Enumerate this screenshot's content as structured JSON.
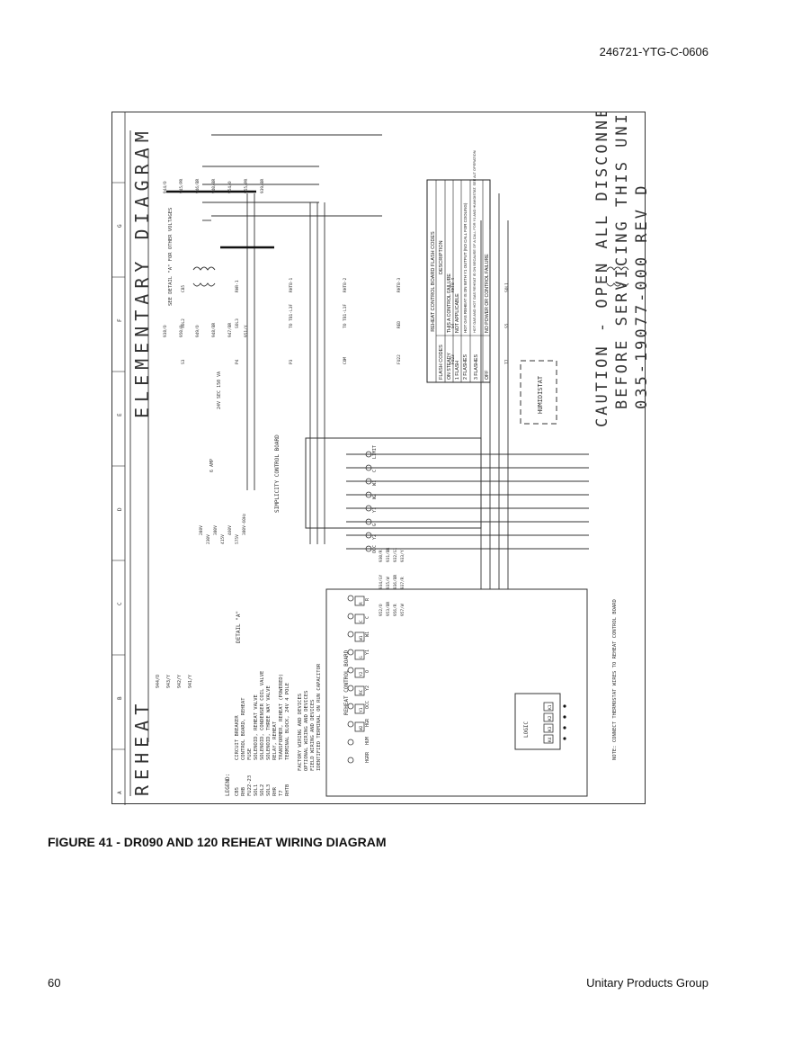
{
  "header": {
    "doc_code": "246721-YTG-C-0606"
  },
  "diagram": {
    "title_left": "REHEAT",
    "title_right": "ELEMENTARY DIAGRAM",
    "ruler": [
      "A",
      "B",
      "C",
      "D",
      "E",
      "F",
      "G"
    ],
    "caution": [
      "CAUTION - OPEN ALL DISCONNECTS",
      "BEFORE SERVICING THIS UNIT",
      "035-19077-000   REV D"
    ],
    "legend_title": "LEGEND:",
    "legend": [
      {
        "code": "CB5",
        "desc": "CIRCUIT BREAKER"
      },
      {
        "code": "RHB",
        "desc": "CONTROL BOARD, REHEAT"
      },
      {
        "code": "FU22-23",
        "desc": "FUSE"
      },
      {
        "code": "SOL1",
        "desc": "SOLENOID, REHEAT VALVE"
      },
      {
        "code": "SOL2",
        "desc": "SOLENOID, CONDENSER COIL VALVE"
      },
      {
        "code": "SOL3",
        "desc": "SOLENOID, THREE WAY VALVE"
      },
      {
        "code": "RHR",
        "desc": "RELAY, REHEAT"
      },
      {
        "code": "T7",
        "desc": "TRANSFORMER, REHEAT (POWERED)"
      },
      {
        "code": "RHTB",
        "desc": "TERMINAL BLOCK, 24V 4 POLE"
      }
    ],
    "line_legend": [
      "FACTORY WIRING AND DEVICES",
      "OPTIONAL WIRING AND DEVICES",
      "FIELD WIRING AND DEVICES",
      "IDENTIFIED TERMINAL ON RUN CAPACITOR"
    ],
    "detail_label": "DETAIL \"A\"",
    "see_detail": "SEE DETAIL \"A\" FOR OTHER VOLTAGES",
    "wires_left": [
      "944/O",
      "943/Y",
      "942/Y",
      "941/Y"
    ],
    "wires_mid": [
      "930/R",
      "931/BR",
      "932/G1",
      "933/Y",
      "934/GY",
      "935/W",
      "936/BR",
      "937/R",
      "952/O",
      "953/BR",
      "956/R",
      "957/W"
    ],
    "wires_top": [
      "944/O",
      "945/PR",
      "946/BR",
      "940/BR",
      "954/O",
      "955/PR",
      "939/BR",
      "938/O",
      "950/O",
      "949/O",
      "948/BR",
      "947/BR",
      "951/Y"
    ],
    "terminals_top": [
      "LIMIT",
      "C",
      "W1",
      "W2",
      "Y1",
      "G",
      "Y2",
      "OCC"
    ],
    "terminals_bottom": [
      "R",
      "C",
      "W1",
      "Y1",
      "O",
      "Y2",
      "OCC",
      "HGR",
      "HUM",
      "HGRR"
    ],
    "terminals_left": [
      "R",
      "C",
      "W1",
      "G",
      "Y2",
      "RC",
      "Y1",
      "W2"
    ],
    "simplicity_board": "SIMPLICITY CONTROL BOARD",
    "reheat_board": "REHEAT CONTROL BOARD",
    "humidistat": "HUMIDISTAT",
    "logic": "LOGIC",
    "relays": [
      "K1",
      "K2",
      "K3",
      "K4"
    ],
    "note": "NOTE: CONNECT THERMOSTAT WIRES TO REHEAT CONTROL BOARD",
    "voltages": [
      "208V",
      "230V",
      "380V",
      "415V",
      "460V",
      "575V",
      "380V-60Hz"
    ],
    "transformer_spec": "24V SEC 150 VA",
    "fuse_spec": "6 AMP",
    "misc_labels": [
      "CB5",
      "RHR-1",
      "RHTB-1",
      "RHTB-2",
      "RHTB-3",
      "RHTB-4",
      "SOL1",
      "SOL2",
      "SOL3",
      "TO TB1-L3F",
      "TO TB1-L1F",
      "RED",
      "S4",
      "S5",
      "S3",
      "P4",
      "P3",
      "COM",
      "FU22",
      "FU23",
      "T7"
    ]
  },
  "flash_table": {
    "title": "REHEAT CONTROL BOARD FLASH CODES",
    "headers": [
      "FLASH CODES",
      "DESCRIPTION"
    ],
    "rows": [
      [
        "ON STEADY",
        "THIS A CONTROL FAILURE"
      ],
      [
        "1 FLASH",
        "NOT APPLICABLE"
      ],
      [
        "2 FLASHES",
        "HOT GAS REHEAT IS ON WITH Y1 OUTPUT (NO CALL FOR COOLING)"
      ],
      [
        "3 FLASHES",
        "HOT GAS AND HOT GAS REHEAT IS ON BECAUSE OF A CALL FOR Y1 AND HUMIDISTAT. SEE ALT OPERATION"
      ],
      [
        "OFF",
        "NO POWER OR CONTROL FAILURE"
      ]
    ]
  },
  "caption": "FIGURE 41 -  DR090 AND 120 REHEAT WIRING DIAGRAM",
  "footer": {
    "page_number": "60",
    "publisher": "Unitary Products Group"
  }
}
